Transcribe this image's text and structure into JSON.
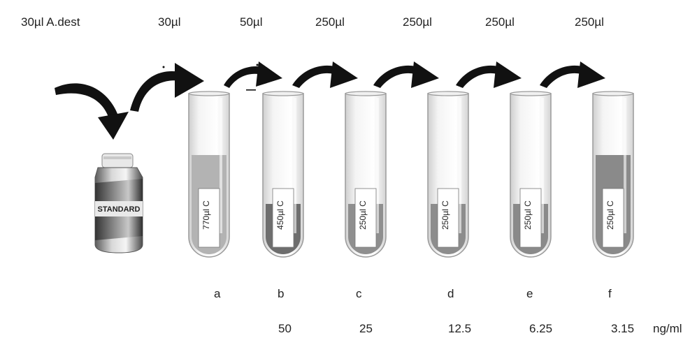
{
  "top_labels": {
    "diluent": "30µl A.dest",
    "a": "30µl",
    "b": "50µl",
    "c": "250µl",
    "d": "250µl",
    "e": "250µl",
    "f": "250µl"
  },
  "bottle": {
    "label": "STANDARD"
  },
  "tubes": [
    {
      "letter": "a",
      "volume": "770µl C",
      "concentration": ""
    },
    {
      "letter": "b",
      "volume": "450µl C",
      "concentration": "50"
    },
    {
      "letter": "c",
      "volume": "250µl C",
      "concentration": "25"
    },
    {
      "letter": "d",
      "volume": "250µl C",
      "concentration": "12.5"
    },
    {
      "letter": "e",
      "volume": "250µl C",
      "concentration": "6.25"
    },
    {
      "letter": "f",
      "volume": "250µl C",
      "concentration": "3.15"
    }
  ],
  "unit": "ng/ml",
  "colors": {
    "arrow": "#111111",
    "liquid_a": "#b3b3b3",
    "liquid_b": "#6e6e6e",
    "liquid_c": "#8f8f8f",
    "liquid_d": "#8d8d8d",
    "liquid_e": "#8a8a8a",
    "liquid_f": "#8a8a8a"
  }
}
